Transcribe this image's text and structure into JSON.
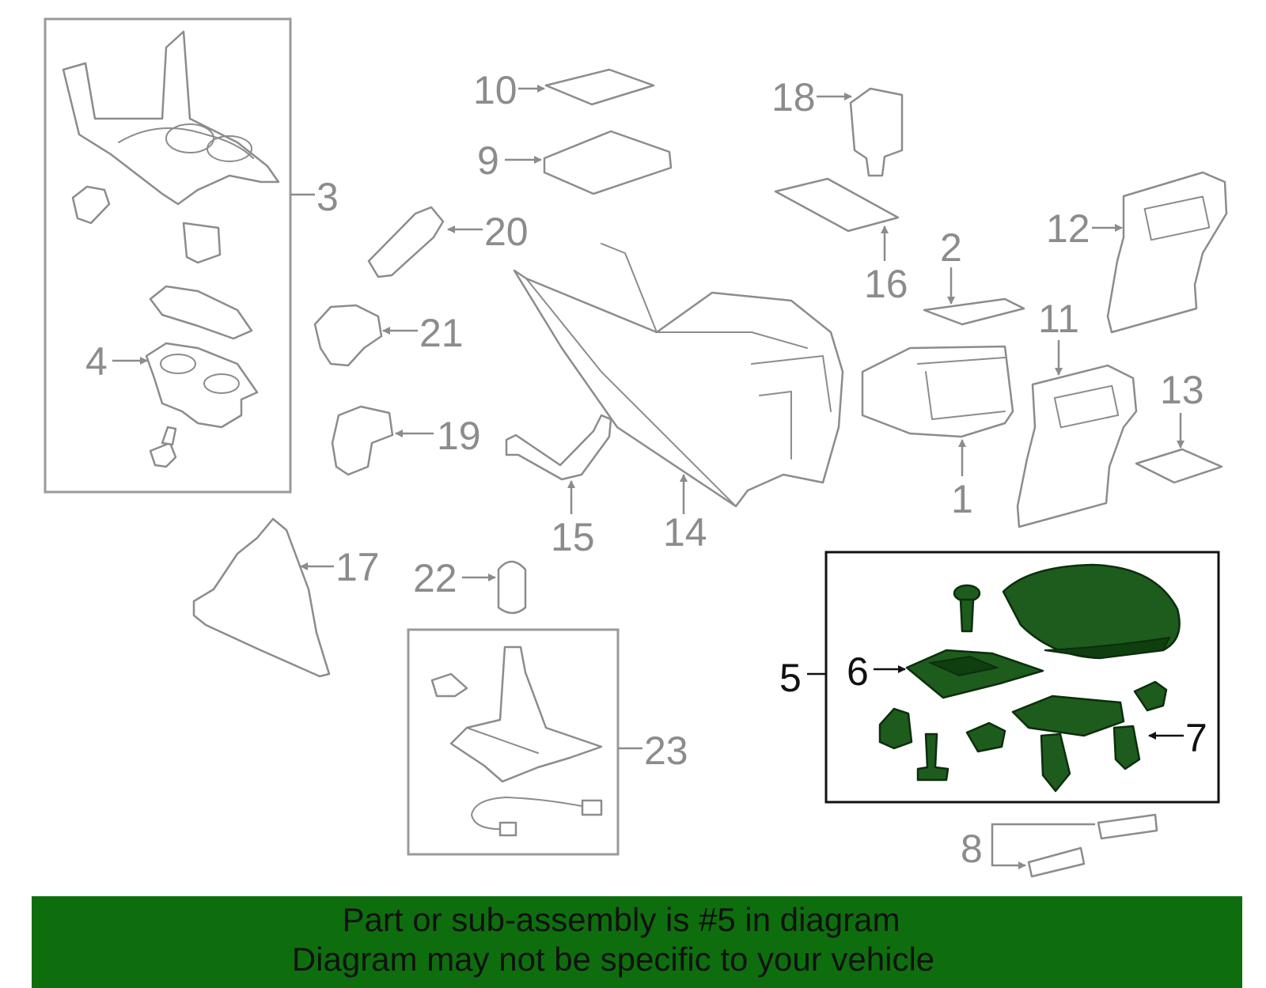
{
  "callouts": {
    "c1": "1",
    "c2": "2",
    "c3": "3",
    "c4": "4",
    "c5": "5",
    "c6": "6",
    "c7": "7",
    "c8": "8",
    "c9": "9",
    "c10": "10",
    "c11": "11",
    "c12": "12",
    "c13": "13",
    "c14": "14",
    "c15": "15",
    "c16": "16",
    "c17": "17",
    "c18": "18",
    "c19": "19",
    "c20": "20",
    "c21": "21",
    "c22": "22",
    "c23": "23"
  },
  "banner": {
    "line1": "Part or sub-assembly is #5 in diagram",
    "line2": "Diagram may not be specific to your vehicle",
    "color": "#0e6e0e"
  },
  "colors": {
    "highlight": "#1d5c1d",
    "part_outline": "#8c8c8c"
  }
}
